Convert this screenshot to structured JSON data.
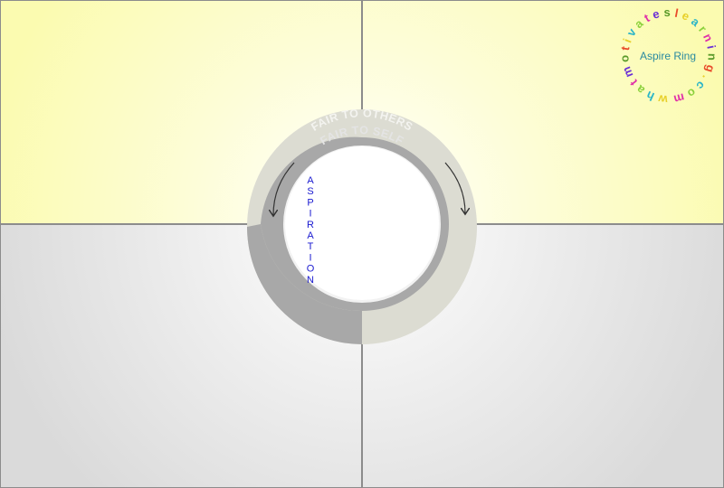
{
  "ring": {
    "outer_label": "FAIR TO OTHERS",
    "inner_label": "FAIR TO SELF",
    "center_label": "ASPIRATION"
  },
  "logo": {
    "title": "Aspire Ring",
    "circle_text": "whatmotivateslearning.com",
    "letter_colors": [
      "#e8d02a",
      "#2ab5c8",
      "#8bd13c",
      "#e02fa8",
      "#6a2fd6",
      "#5a9a2a",
      "#e84a2a"
    ]
  },
  "colors": {
    "top_quadrant": "#ffffb8",
    "bottom_quadrant": "#e4e4e4",
    "divider": "#8c8c8c",
    "outer_ring": "#dcdcd2",
    "inner_ring": "#a8a8a8",
    "aspiration_text": "#1a1ad0"
  }
}
